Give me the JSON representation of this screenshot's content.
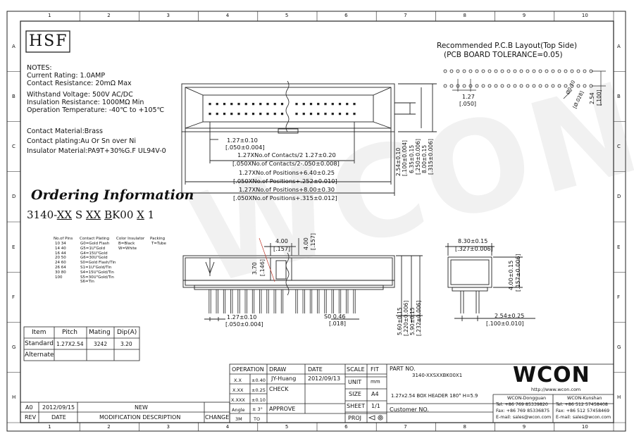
{
  "logo": "HSF",
  "notes": {
    "title": "NOTES:",
    "specs": [
      "Current Rating: 1.0AMP",
      "Contact Resistance: 20mΩ Max",
      "Withstand Voltage: 500V AC/DC",
      "Insulation Resistance: 1000MΩ Min",
      "Operation Temperature: -40℃ to +105℃"
    ],
    "materials": [
      "Contact Material:Brass",
      "Contact plating:Au Or Sn over Ni",
      "Insulator Material:PA9T+30%G.F UL94V-0"
    ]
  },
  "ordering": {
    "title": "Ordering Information",
    "code_prefix": "3140-",
    "code_parts": [
      "XX",
      "S",
      "XX",
      "B",
      "K00",
      "X",
      "1"
    ],
    "positions_header": "No.of Pins",
    "positions": [
      "10  34",
      "14  40",
      "16  44",
      "20  50",
      "24  60",
      "26  64",
      "30  80",
      "100"
    ],
    "plating_header": "Contact Plating",
    "platings": [
      "G0=Gold Flash",
      "G5=1U\"Gold",
      "G4=15U\"Gold",
      "G6=30U\"Gold",
      "S0=Gold Flash/Tin",
      "S1=1U\"Gold/Tin",
      "S4=15U\"Gold/Tin",
      "S5=30U\"Gold/Tin",
      "S6=Tin"
    ],
    "color_header": "Color Insulator",
    "colors": [
      "B=Black",
      "W=White"
    ],
    "packing_header": "Packing",
    "packing": [
      "T=Tube"
    ]
  },
  "pitch_table": {
    "headers": [
      "Item",
      "Pitch",
      "Mating",
      "Dip(A)"
    ],
    "rows": [
      [
        "Standard",
        "1.27X2.54",
        "3242",
        "3.20"
      ],
      [
        "Alternate",
        "",
        "",
        ""
      ]
    ]
  },
  "pcb_layout": {
    "title": "Recommended P.C.B Layout(Top Side)",
    "tolerance": "(PCB BOARD TOLERANCE=0.05)",
    "dim_pitch": "1.27",
    "dim_pitch_in": "[.050]",
    "dim_hole": "Ø0.70",
    "dim_hole_in": "[Ø.028]",
    "dim_row": "2.54",
    "dim_row_in": "[.100]"
  },
  "top_view": {
    "dims_right": [
      "2.54±0.10",
      "[.100±0.004]",
      "6.35±0.15",
      "[.250±0.006]",
      "8.00±0.15",
      "[.315±0.006]"
    ],
    "dim_1": "1.27±0.10",
    "dim_1_in": "[.050±0.004]",
    "dim_2": "1.27XNo.of Contacts/2 1.27±0.20",
    "dim_2_in": "[.050XNo.of Contacts/2-.050±0.008]",
    "dim_3": "1.27XNo.of Positions+6.40±0.25",
    "dim_3_in": "[.050XNo.of Positions+.252±0.010]",
    "dim_4": "1.27XNo.of Positions+8.00±0.30",
    "dim_4_in": "[.050XNo.of Positions+.315±0.012]"
  },
  "front_view": {
    "dim_a": "4.00",
    "dim_a_in": "[.157]",
    "dim_b": "4.00",
    "dim_b_in": "[.157]",
    "dim_c": "3.70",
    "dim_c_in": "[.146]",
    "dim_pitch": "1.27±0.10",
    "dim_pitch_in": "[.050±0.004]",
    "dim_pin": "S0 0.46",
    "dim_pin_in": "[.018]",
    "dims_right": [
      "5.60±0.15",
      "[.220±0.006]",
      "5.90±0.15",
      "[.232±0.006]"
    ]
  },
  "side_view": {
    "dim_width": "8.30±0.15",
    "dim_width_in": "[.327±0.006]",
    "dim_height": "4.00±0.15",
    "dim_height_in": "[.157±0.006]",
    "dim_row": "2.54±0.25",
    "dim_row_in": "[.100±0.010]"
  },
  "title_block": {
    "rev_rows": [
      [
        "A0",
        "2012/09/15",
        "NEW",
        ""
      ]
    ],
    "rev_headers": [
      "REV",
      "DATE",
      "MODIFICATION DESCRIPTION",
      "CHANGE"
    ],
    "tolerances": [
      {
        "label": "X.X",
        "value": "±0.40"
      },
      {
        "label": "X.XX",
        "value": "±0.25"
      },
      {
        "label": "X.XXX",
        "value": "±0.10"
      },
      {
        "label": "Angle",
        "value": "± 3°"
      }
    ],
    "operation_label": "OPERATION",
    "units_row": [
      "3M",
      "TO"
    ],
    "draw_label": "DRAW",
    "draw_value": "JY-Huang",
    "check_label": "CHECK",
    "approve_label": "APPROVE",
    "date_label": "DATE",
    "date_value": "2012/09/13",
    "scale_label": "SCALE",
    "scale_value": "FIT",
    "unit_label": "UNIT",
    "unit_value": "mm",
    "size_label": "SIZE",
    "size_value": "A4",
    "sheet_label": "SHEET",
    "sheet_value": "1/1",
    "proj_label": "PROJ",
    "part_no_label": "PART NO.",
    "part_no_value": "3140-XXSXXBK00X1",
    "description": "1.27x2.54 BOX HEADER 180° H=5.9",
    "customer_label": "Customer NO.",
    "brand": "WCON",
    "website": "http://www.wcon.com",
    "offices": [
      {
        "name": "WCON-Dongguan",
        "tel": "Tel: +86 769 85339820",
        "fax": "Fax: +86 769 85336875",
        "email": "E-mail: sales@wcon.com"
      },
      {
        "name": "WCON-Kunshan",
        "tel": "Tel: +86 512 57458408",
        "fax": "Fax: +86 512 57458469",
        "email": "E-mail: sales@wcon.com"
      }
    ]
  },
  "watermark": "WCON",
  "frame": {
    "top_numbers": [
      "1",
      "2",
      "3",
      "4",
      "5",
      "6",
      "7",
      "8",
      "9",
      "10"
    ],
    "side_letters": [
      "A",
      "B",
      "C",
      "D",
      "E",
      "F",
      "G",
      "H"
    ]
  }
}
